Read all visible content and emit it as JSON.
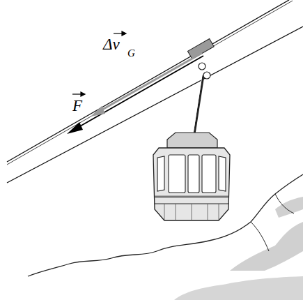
{
  "diagram": {
    "labels": [
      "Δv",
      "G",
      "F"
    ]
  }
}
